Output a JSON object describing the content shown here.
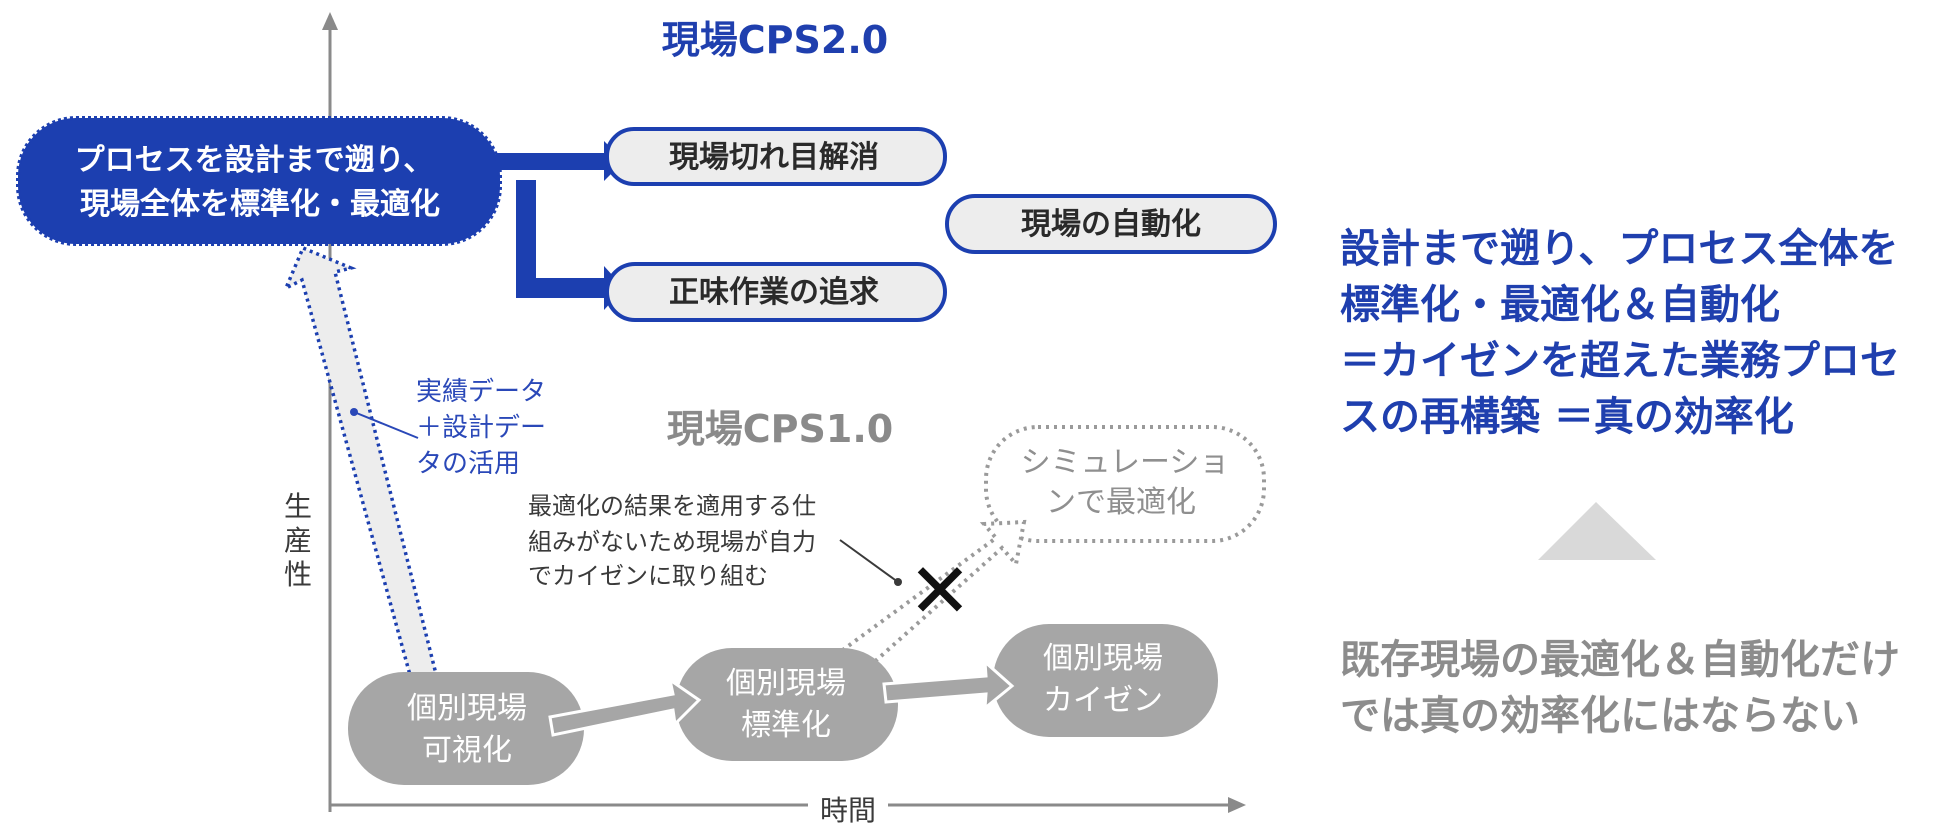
{
  "colors": {
    "primary_blue": "#1c3fb0",
    "light_fill": "#ededed",
    "grey_box": "#a6a6a6",
    "text_grey": "#8c8c8c",
    "axis": "#8a8a8a"
  },
  "headings": {
    "cps20": "現場CPS2.0",
    "cps10": "現場CPS1.0"
  },
  "axes": {
    "y_label": [
      "生",
      "産",
      "性"
    ],
    "x_label": "時間"
  },
  "cps2": {
    "main_box": [
      "プロセスを設計まで遡り、",
      "現場全体を標準化・最適化"
    ],
    "box_gap": "現場切れ目解消",
    "box_pursuit": "正味作業の追求",
    "box_automation": "現場の自動化"
  },
  "annotations": {
    "data_usage": [
      "実績データ",
      "＋設計デー",
      "タの活用"
    ],
    "no_mechanism": [
      "最適化の結果を適用する仕",
      "組みがないため現場が自力",
      "でカイゼンに取り組む"
    ],
    "cross_mark": "✕"
  },
  "cps1": {
    "visualize": [
      "個別現場",
      "可視化"
    ],
    "standardize": [
      "個別現場",
      "標準化"
    ],
    "kaizen": [
      "個別現場",
      "カイゼン"
    ],
    "simulation": [
      "シミュレーショ",
      "ンで最適化"
    ]
  },
  "right_panel": {
    "conclusion": [
      "設計まで遡り、プロセス全体を",
      "標準化・最適化＆自動化",
      "＝カイゼンを超えた業務プロセ",
      "スの再構築 ＝真の効率化"
    ],
    "existing": [
      "既存現場の最適化＆自動化だけ",
      "では真の効率化にはならない"
    ]
  }
}
